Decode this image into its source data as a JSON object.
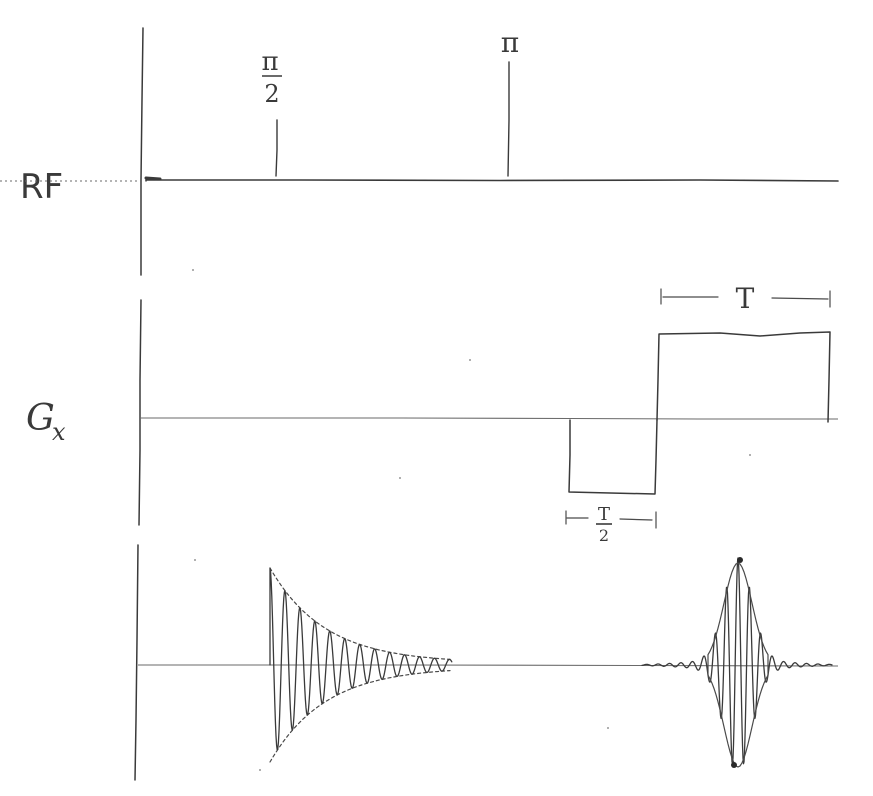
{
  "rows": {
    "rf": {
      "label": "RF"
    },
    "gx": {
      "label": "G",
      "subscript": "x"
    },
    "signal": {
      "label": ""
    }
  },
  "pulses": {
    "half_pi": {
      "numerator": "π",
      "denominator": "2"
    },
    "pi": {
      "label": "π"
    }
  },
  "gradient": {
    "readout_duration_label": "T",
    "dephase_duration_numerator": "T",
    "dephase_duration_denominator": "2"
  },
  "colors": {
    "ink": "#3a3a3a",
    "axis": "#6a6a6a",
    "background": "#ffffff"
  }
}
